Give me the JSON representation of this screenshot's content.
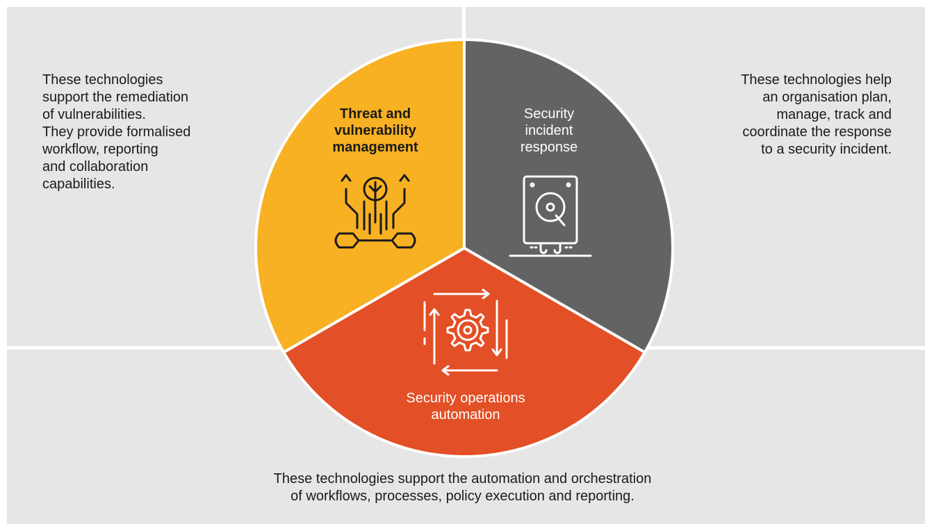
{
  "segments": {
    "threat": {
      "title": "Threat and\nvulnerability\nmanagement",
      "description": "These technologies\nsupport the remediation\nof vulnerabilities.\nThey provide formalised\nworkflow, reporting\nand collaboration\ncapabilities.",
      "color": "#f7b122",
      "icon": "tree-wrench-icon"
    },
    "incident": {
      "title": "Security\nincident\nresponse",
      "description": "These technologies help\nan organisation plan,\nmanage, track and\ncoordinate the response\nto a security incident.",
      "color": "#636363",
      "icon": "hard-drive-icon"
    },
    "automation": {
      "title": "Security operations\nautomation",
      "description": "These technologies support the automation and orchestration\nof workflows, processes, policy execution and reporting.",
      "color": "#e34f26",
      "icon": "gear-cycle-icon"
    }
  },
  "colors": {
    "background_panel": "#e6e6e6",
    "divider": "#ffffff"
  }
}
